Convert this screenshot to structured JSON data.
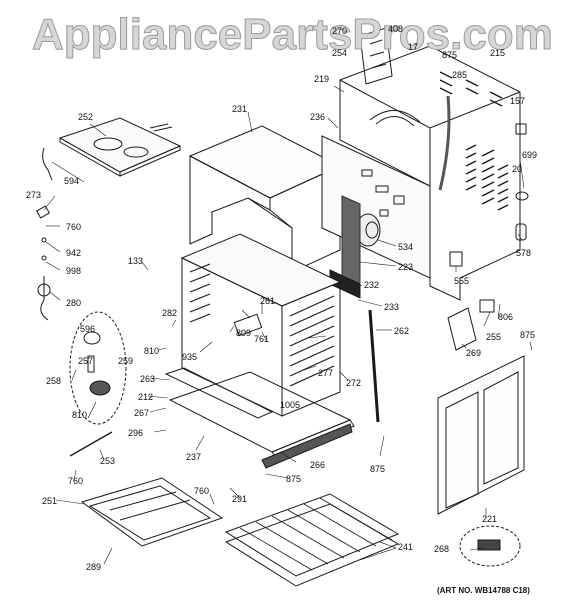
{
  "watermark": "AppliancePartsPros.com",
  "caption": "(ART NO. WB14788 C18)",
  "callouts": [
    {
      "id": "c408",
      "text": "408"
    },
    {
      "id": "c270",
      "text": "270"
    },
    {
      "id": "c254",
      "text": "254"
    },
    {
      "id": "c17",
      "text": "17"
    },
    {
      "id": "c875a",
      "text": "875"
    },
    {
      "id": "c215",
      "text": "215"
    },
    {
      "id": "c219",
      "text": "219"
    },
    {
      "id": "c285",
      "text": "285"
    },
    {
      "id": "c157",
      "text": "157"
    },
    {
      "id": "c231",
      "text": "231"
    },
    {
      "id": "c252",
      "text": "252"
    },
    {
      "id": "c236",
      "text": "236"
    },
    {
      "id": "c699",
      "text": "699"
    },
    {
      "id": "c20",
      "text": "20"
    },
    {
      "id": "c594",
      "text": "594"
    },
    {
      "id": "c273",
      "text": "273"
    },
    {
      "id": "c760a",
      "text": "760"
    },
    {
      "id": "c942",
      "text": "942"
    },
    {
      "id": "c998",
      "text": "998"
    },
    {
      "id": "c280",
      "text": "280"
    },
    {
      "id": "c133",
      "text": "133"
    },
    {
      "id": "c534",
      "text": "534"
    },
    {
      "id": "c223",
      "text": "223"
    },
    {
      "id": "c578",
      "text": "578"
    },
    {
      "id": "c555",
      "text": "555"
    },
    {
      "id": "c232",
      "text": "232"
    },
    {
      "id": "c233",
      "text": "233"
    },
    {
      "id": "c596",
      "text": "596"
    },
    {
      "id": "c282",
      "text": "282"
    },
    {
      "id": "c261",
      "text": "261"
    },
    {
      "id": "c809",
      "text": "809"
    },
    {
      "id": "c761",
      "text": "761"
    },
    {
      "id": "c810a",
      "text": "810"
    },
    {
      "id": "c262",
      "text": "262"
    },
    {
      "id": "c255",
      "text": "255"
    },
    {
      "id": "c806",
      "text": "806"
    },
    {
      "id": "c875b",
      "text": "875"
    },
    {
      "id": "c269",
      "text": "269"
    },
    {
      "id": "c257",
      "text": "257"
    },
    {
      "id": "c259",
      "text": "259"
    },
    {
      "id": "c935",
      "text": "935"
    },
    {
      "id": "c258",
      "text": "258"
    },
    {
      "id": "c263",
      "text": "263"
    },
    {
      "id": "c277",
      "text": "277"
    },
    {
      "id": "c272",
      "text": "272"
    },
    {
      "id": "c212",
      "text": "212"
    },
    {
      "id": "c1005",
      "text": "1005"
    },
    {
      "id": "c267",
      "text": "267"
    },
    {
      "id": "c810b",
      "text": "810"
    },
    {
      "id": "c296",
      "text": "296"
    },
    {
      "id": "c237",
      "text": "237"
    },
    {
      "id": "c266",
      "text": "266"
    },
    {
      "id": "c875c",
      "text": "875"
    },
    {
      "id": "c253",
      "text": "253"
    },
    {
      "id": "c760b",
      "text": "760"
    },
    {
      "id": "c875d",
      "text": "875"
    },
    {
      "id": "c760c",
      "text": "760"
    },
    {
      "id": "c291",
      "text": "291"
    },
    {
      "id": "c251",
      "text": "251"
    },
    {
      "id": "c221",
      "text": "221"
    },
    {
      "id": "c241",
      "text": "241"
    },
    {
      "id": "c268",
      "text": "268"
    },
    {
      "id": "c289",
      "text": "289"
    }
  ]
}
